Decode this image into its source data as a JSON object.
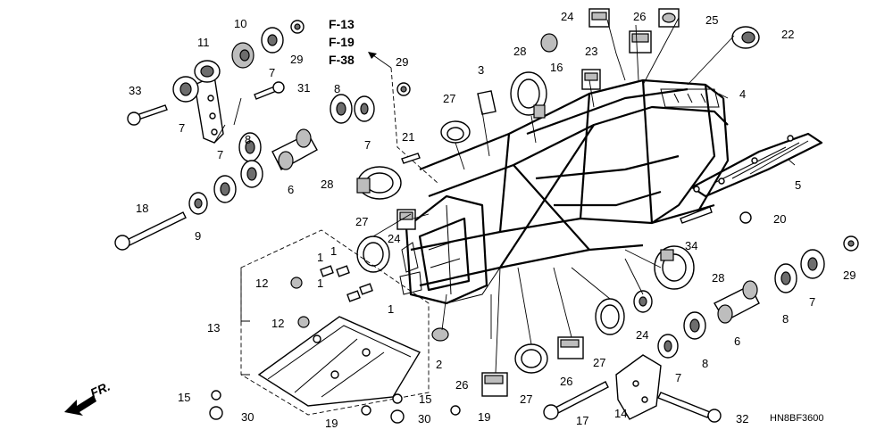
{
  "diagram_code": "HN8BF3600",
  "reference_pages": [
    "F-13",
    "F-19",
    "F-38"
  ],
  "direction_label": "FR.",
  "parts": {
    "p1a": "1",
    "p1b": "1",
    "p1c": "1",
    "p1d": "1",
    "p2": "2",
    "p3": "3",
    "p4": "4",
    "p5": "5",
    "p6a": "6",
    "p6b": "6",
    "p7a": "7",
    "p7b": "7",
    "p7c": "7",
    "p7d": "7",
    "p7e": "7",
    "p7f": "7",
    "p8a": "8",
    "p8b": "8",
    "p8c": "8",
    "p8d": "8",
    "p9": "9",
    "p10": "10",
    "p11": "11",
    "p12a": "12",
    "p12b": "12",
    "p13": "13",
    "p14": "14",
    "p15a": "15",
    "p15b": "15",
    "p16": "16",
    "p17": "17",
    "p18": "18",
    "p19a": "19",
    "p19b": "19",
    "p20": "20",
    "p21": "21",
    "p22": "22",
    "p23": "23",
    "p24a": "24",
    "p24b": "24",
    "p24c": "24",
    "p25": "25",
    "p26a": "26",
    "p26b": "26",
    "p26c": "26",
    "p27a": "27",
    "p27b": "27",
    "p27c": "27",
    "p27d": "27",
    "p28a": "28",
    "p28b": "28",
    "p28c": "28",
    "p29a": "29",
    "p29b": "29",
    "p29c": "29",
    "p30a": "30",
    "p30b": "30",
    "p31": "31",
    "p32": "32",
    "p33": "33",
    "p34": "34"
  }
}
